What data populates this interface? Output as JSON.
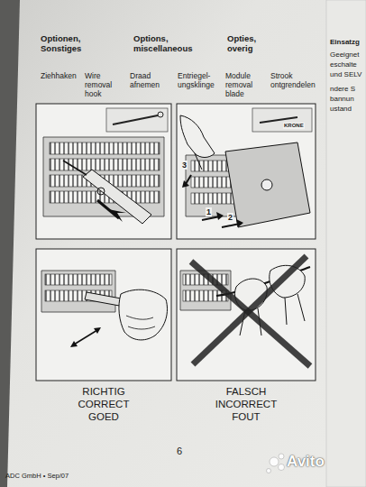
{
  "diagram": {
    "labels": [
      "Optionen, Sonstiges",
      "Options, miscellaneous",
      "Opties, overig",
      "Ziehhaken",
      "Wire removal hook",
      "Draad afnemen",
      "Entriegel- ungsklinge",
      "Module removal blade",
      "Strook ontgrendelen",
      "Einsatzg",
      "Geeignet",
      "eschalte",
      "und SELV",
      "ndere S",
      "bannun",
      "ustand",
      "3",
      "1",
      "2",
      "KRONE",
      "RICHTIG",
      "CORRECT",
      "GOED",
      "FALSCH",
      "INCORRECT",
      "FOUT",
      "6",
      "ADC GmbH • Sep/07",
      "Avito"
    ]
  }
}
